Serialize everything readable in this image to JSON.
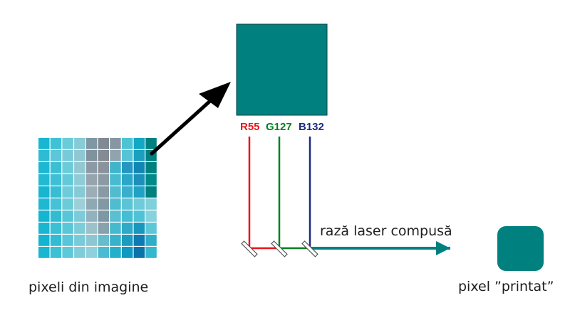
{
  "labels": {
    "source_caption": "pixeli din imagine",
    "beam_caption": "rază laser compusă",
    "output_caption": "pixel ”printat”"
  },
  "channels": [
    {
      "text": "R55",
      "color": "#e8161b"
    },
    {
      "text": "G127",
      "color": "#00801f"
    },
    {
      "text": "B132",
      "color": "#1c2a82"
    }
  ],
  "colors": {
    "pixel_color": "#00807f",
    "beam": "#00807f",
    "arrow": "#000000"
  },
  "pixel_grid": {
    "rows": 10,
    "cols": 10,
    "cells": [
      [
        "#17b6d1",
        "#3fc1d6",
        "#6ccbd9",
        "#86cbd6",
        "#7f97a3",
        "#808a94",
        "#8796a2",
        "#4ec3d6",
        "#12a7c3",
        "#00807f"
      ],
      [
        "#2fbbd3",
        "#5bc7d8",
        "#79cad8",
        "#8fc7d2",
        "#80929d",
        "#858b93",
        "#91a4ae",
        "#56c4d6",
        "#1c9ebe",
        "#00807f"
      ],
      [
        "#1db7d1",
        "#3cbfd5",
        "#6ccbd9",
        "#94c8d1",
        "#8b9aa4",
        "#8a939b",
        "#3fb4cb",
        "#2496bf",
        "#0f86b3",
        "#00807f"
      ],
      [
        "#22b9d2",
        "#3ebfd5",
        "#63c9d8",
        "#8fccd6",
        "#96a4ad",
        "#8c9aa3",
        "#48bbd0",
        "#2aa7c6",
        "#1d8fb9",
        "#008a88"
      ],
      [
        "#16b5d0",
        "#38bed4",
        "#6ecbd9",
        "#86cad6",
        "#9cadb6",
        "#899aa4",
        "#52bccf",
        "#39afcb",
        "#1fa2c3",
        "#00807f"
      ],
      [
        "#1fb8d2",
        "#45c2d7",
        "#6bcbd9",
        "#9ccfd8",
        "#8fa9b4",
        "#8298a3",
        "#50bccf",
        "#5bc4d6",
        "#6ecbd9",
        "#7dd0dc"
      ],
      [
        "#14b5d0",
        "#32bcd3",
        "#58c6d7",
        "#7ccbd9",
        "#92b2bd",
        "#7e98a3",
        "#59bfd1",
        "#45bdd3",
        "#4ec3d6",
        "#86d3de"
      ],
      [
        "#19b6d1",
        "#3abfd5",
        "#5ac7d8",
        "#7dccd9",
        "#9dc1c9",
        "#88a2ad",
        "#46b9cf",
        "#2fa9c8",
        "#1896bd",
        "#5dc7d8"
      ],
      [
        "#12b4cf",
        "#30bcd4",
        "#56c6d8",
        "#78cbd9",
        "#8dc6d0",
        "#66bccd",
        "#38b2cb",
        "#1b9bc0",
        "#0d7ab0",
        "#2eaec8"
      ],
      [
        "#18b6d1",
        "#3bc0d6",
        "#5dc8d8",
        "#80ccd9",
        "#8fd0dc",
        "#4cbbd1",
        "#24b0cb",
        "#0f98c1",
        "#0a73aa",
        "#34b7cf"
      ]
    ]
  }
}
